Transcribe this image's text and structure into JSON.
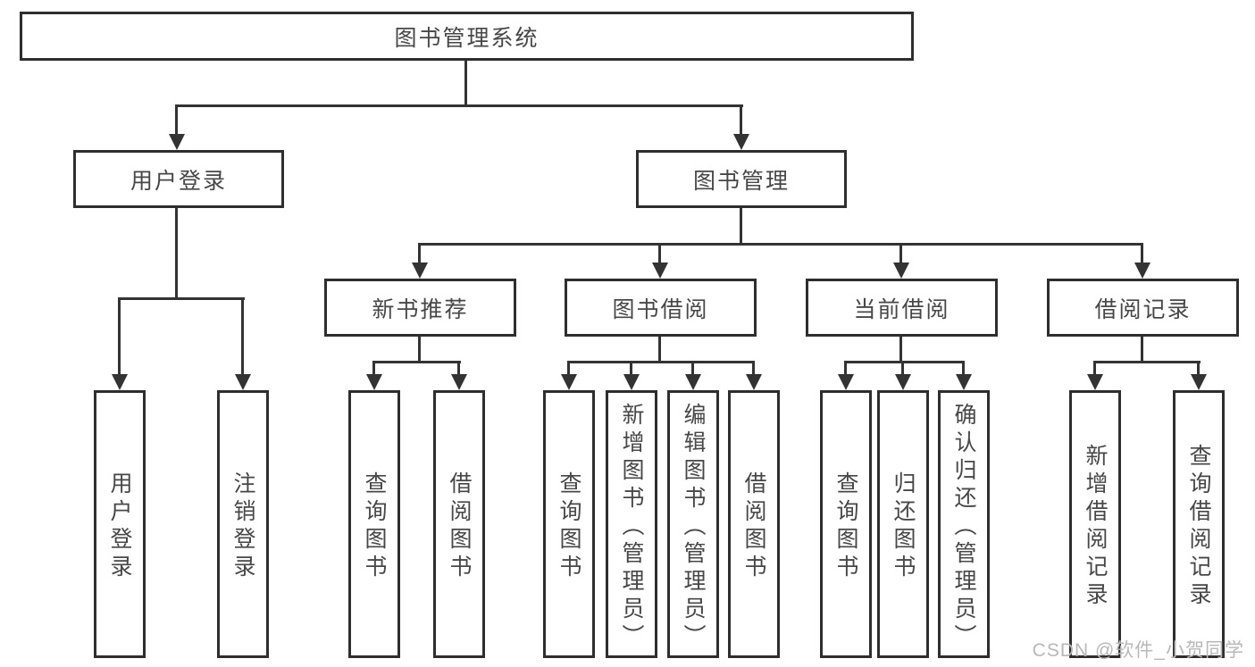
{
  "diagram": {
    "root": {
      "label": "图书管理系统"
    },
    "level2": [
      {
        "label": "用户登录"
      },
      {
        "label": "图书管理"
      }
    ],
    "level3": [
      {
        "label": "新书推荐"
      },
      {
        "label": "图书借阅"
      },
      {
        "label": "当前借阅"
      },
      {
        "label": "借阅记录"
      }
    ],
    "leaves": {
      "user_login": [
        "用户登录",
        "注销登录"
      ],
      "new_book": [
        "查询图书",
        "借阅图书"
      ],
      "borrowing": [
        "查询图书",
        "新增图书（管理员）",
        "编辑图书（管理员）",
        "借阅图书"
      ],
      "current": [
        "查询图书",
        "归还图书",
        "确认归还（管理员）"
      ],
      "records": [
        "新增借阅记录",
        "查询借阅记录"
      ]
    }
  },
  "watermark": "CSDN @软件_小贺同学",
  "colors": {
    "line": "#333333",
    "border": "#2e2e2e",
    "text": "#474747",
    "watermark": "#b8b8b8",
    "background": "#ffffff"
  }
}
